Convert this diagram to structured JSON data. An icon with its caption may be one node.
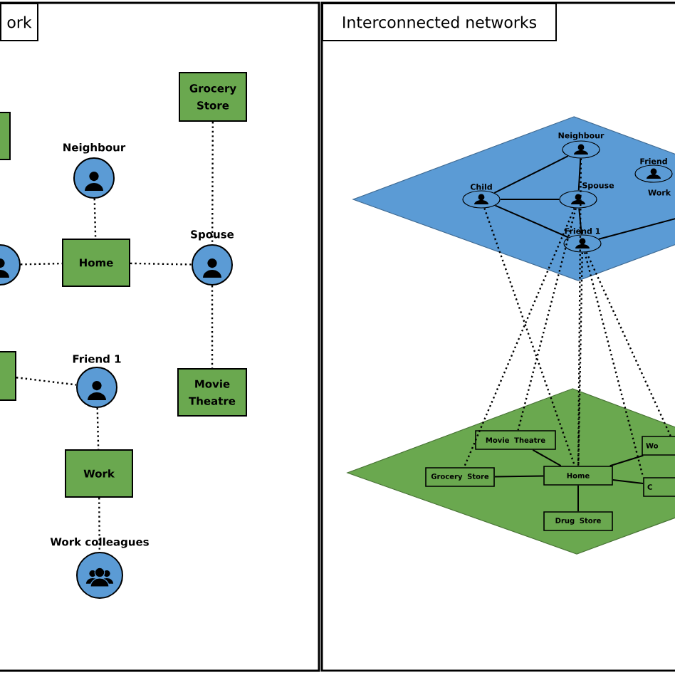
{
  "diagram": {
    "nodes": [
      {
        "text": [
          "ork"
        ]
      },
      {
        "text": [],
        "shape": "box"
      },
      {
        "text": [
          "Grocery Store"
        ]
      },
      {
        "text": [
          "Neighbour"
        ]
      },
      {
        "text": [],
        "shape": "circle"
      },
      {
        "text": [
          "Home"
        ]
      },
      {
        "text": [
          "Spouse"
        ]
      },
      {
        "text": [],
        "shape": "box"
      },
      {
        "text": [
          "Friend 1"
        ]
      },
      {
        "text": [
          "Movie Theatre"
        ]
      },
      {
        "text": [
          "Work"
        ]
      },
      {
        "text": [
          "Work colleagues"
        ]
      },
      {
        "text": [
          "Interconnected networks"
        ]
      },
      {
        "text": [],
        "shape": "diamond"
      },
      {
        "text": [
          "Neighbour"
        ],
        "in": 13
      },
      {
        "text": [
          "Friend"
        ],
        "in": 13
      },
      {
        "text": [
          "Child"
        ],
        "in": 13
      },
      {
        "text": [
          "Spouse"
        ],
        "in": 13
      },
      {
        "text": [
          "Friend 1"
        ],
        "in": 13
      },
      {
        "text": [],
        "shape": "diamond"
      },
      {
        "text": [
          "Movie Theatre"
        ],
        "in": 19
      },
      {
        "text": [
          "Wo"
        ],
        "in": 19
      },
      {
        "text": [
          "Grocery Store"
        ],
        "in": 19
      },
      {
        "text": [
          "Home"
        ],
        "in": 19
      },
      {
        "text": [
          "C"
        ],
        "in": 19
      },
      {
        "text": [
          "Drug Store"
        ],
        "in": 19
      }
    ],
    "edges": [
      {
        "from": 3,
        "to": 5,
        "arrow": "none",
        "style": "dashed"
      },
      {
        "from": 4,
        "to": 5,
        "arrow": "none",
        "style": "dashed"
      },
      {
        "from": 5,
        "to": 6,
        "arrow": "none",
        "style": "dashed"
      },
      {
        "from": 2,
        "to": 6,
        "arrow": "none",
        "style": "dashed"
      },
      {
        "from": 6,
        "to": 9,
        "arrow": "none",
        "style": "dashed"
      },
      {
        "from": 7,
        "to": 8,
        "arrow": "none",
        "style": "dashed"
      },
      {
        "from": 8,
        "to": 10,
        "arrow": "none",
        "style": "dashed"
      },
      {
        "from": 10,
        "to": 11,
        "arrow": "none",
        "style": "dashed"
      },
      {
        "from": 14,
        "to": 16,
        "arrow": "none"
      },
      {
        "from": 14,
        "to": 17,
        "arrow": "none"
      },
      {
        "from": 16,
        "to": 17,
        "arrow": "none"
      },
      {
        "from": 16,
        "to": 18,
        "arrow": "none"
      },
      {
        "from": 17,
        "to": 18,
        "arrow": "none"
      },
      {
        "from": 18,
        "to": null,
        "arrow": "none"
      },
      {
        "from": 20,
        "to": 23,
        "arrow": "none"
      },
      {
        "from": 22,
        "to": 23,
        "arrow": "none"
      },
      {
        "from": 23,
        "to": 25,
        "arrow": "none"
      },
      {
        "from": 23,
        "to": 21,
        "arrow": "none"
      },
      {
        "from": 23,
        "to": 24,
        "arrow": "none"
      },
      {
        "from": 16,
        "to": 23,
        "arrow": "none",
        "style": "dashed"
      },
      {
        "from": 17,
        "to": 22,
        "arrow": "none",
        "style": "dashed"
      },
      {
        "from": 17,
        "to": 20,
        "arrow": "none",
        "style": "dashed"
      },
      {
        "from": 14,
        "to": 23,
        "arrow": "none",
        "style": "dashed"
      },
      {
        "from": 18,
        "to": 23,
        "arrow": "none",
        "style": "dashed"
      },
      {
        "from": 18,
        "to": 21,
        "arrow": "none",
        "style": "dashed"
      },
      {
        "from": 18,
        "to": 24,
        "arrow": "none",
        "style": "dashed"
      }
    ],
    "labels": [
      "Work"
    ]
  }
}
